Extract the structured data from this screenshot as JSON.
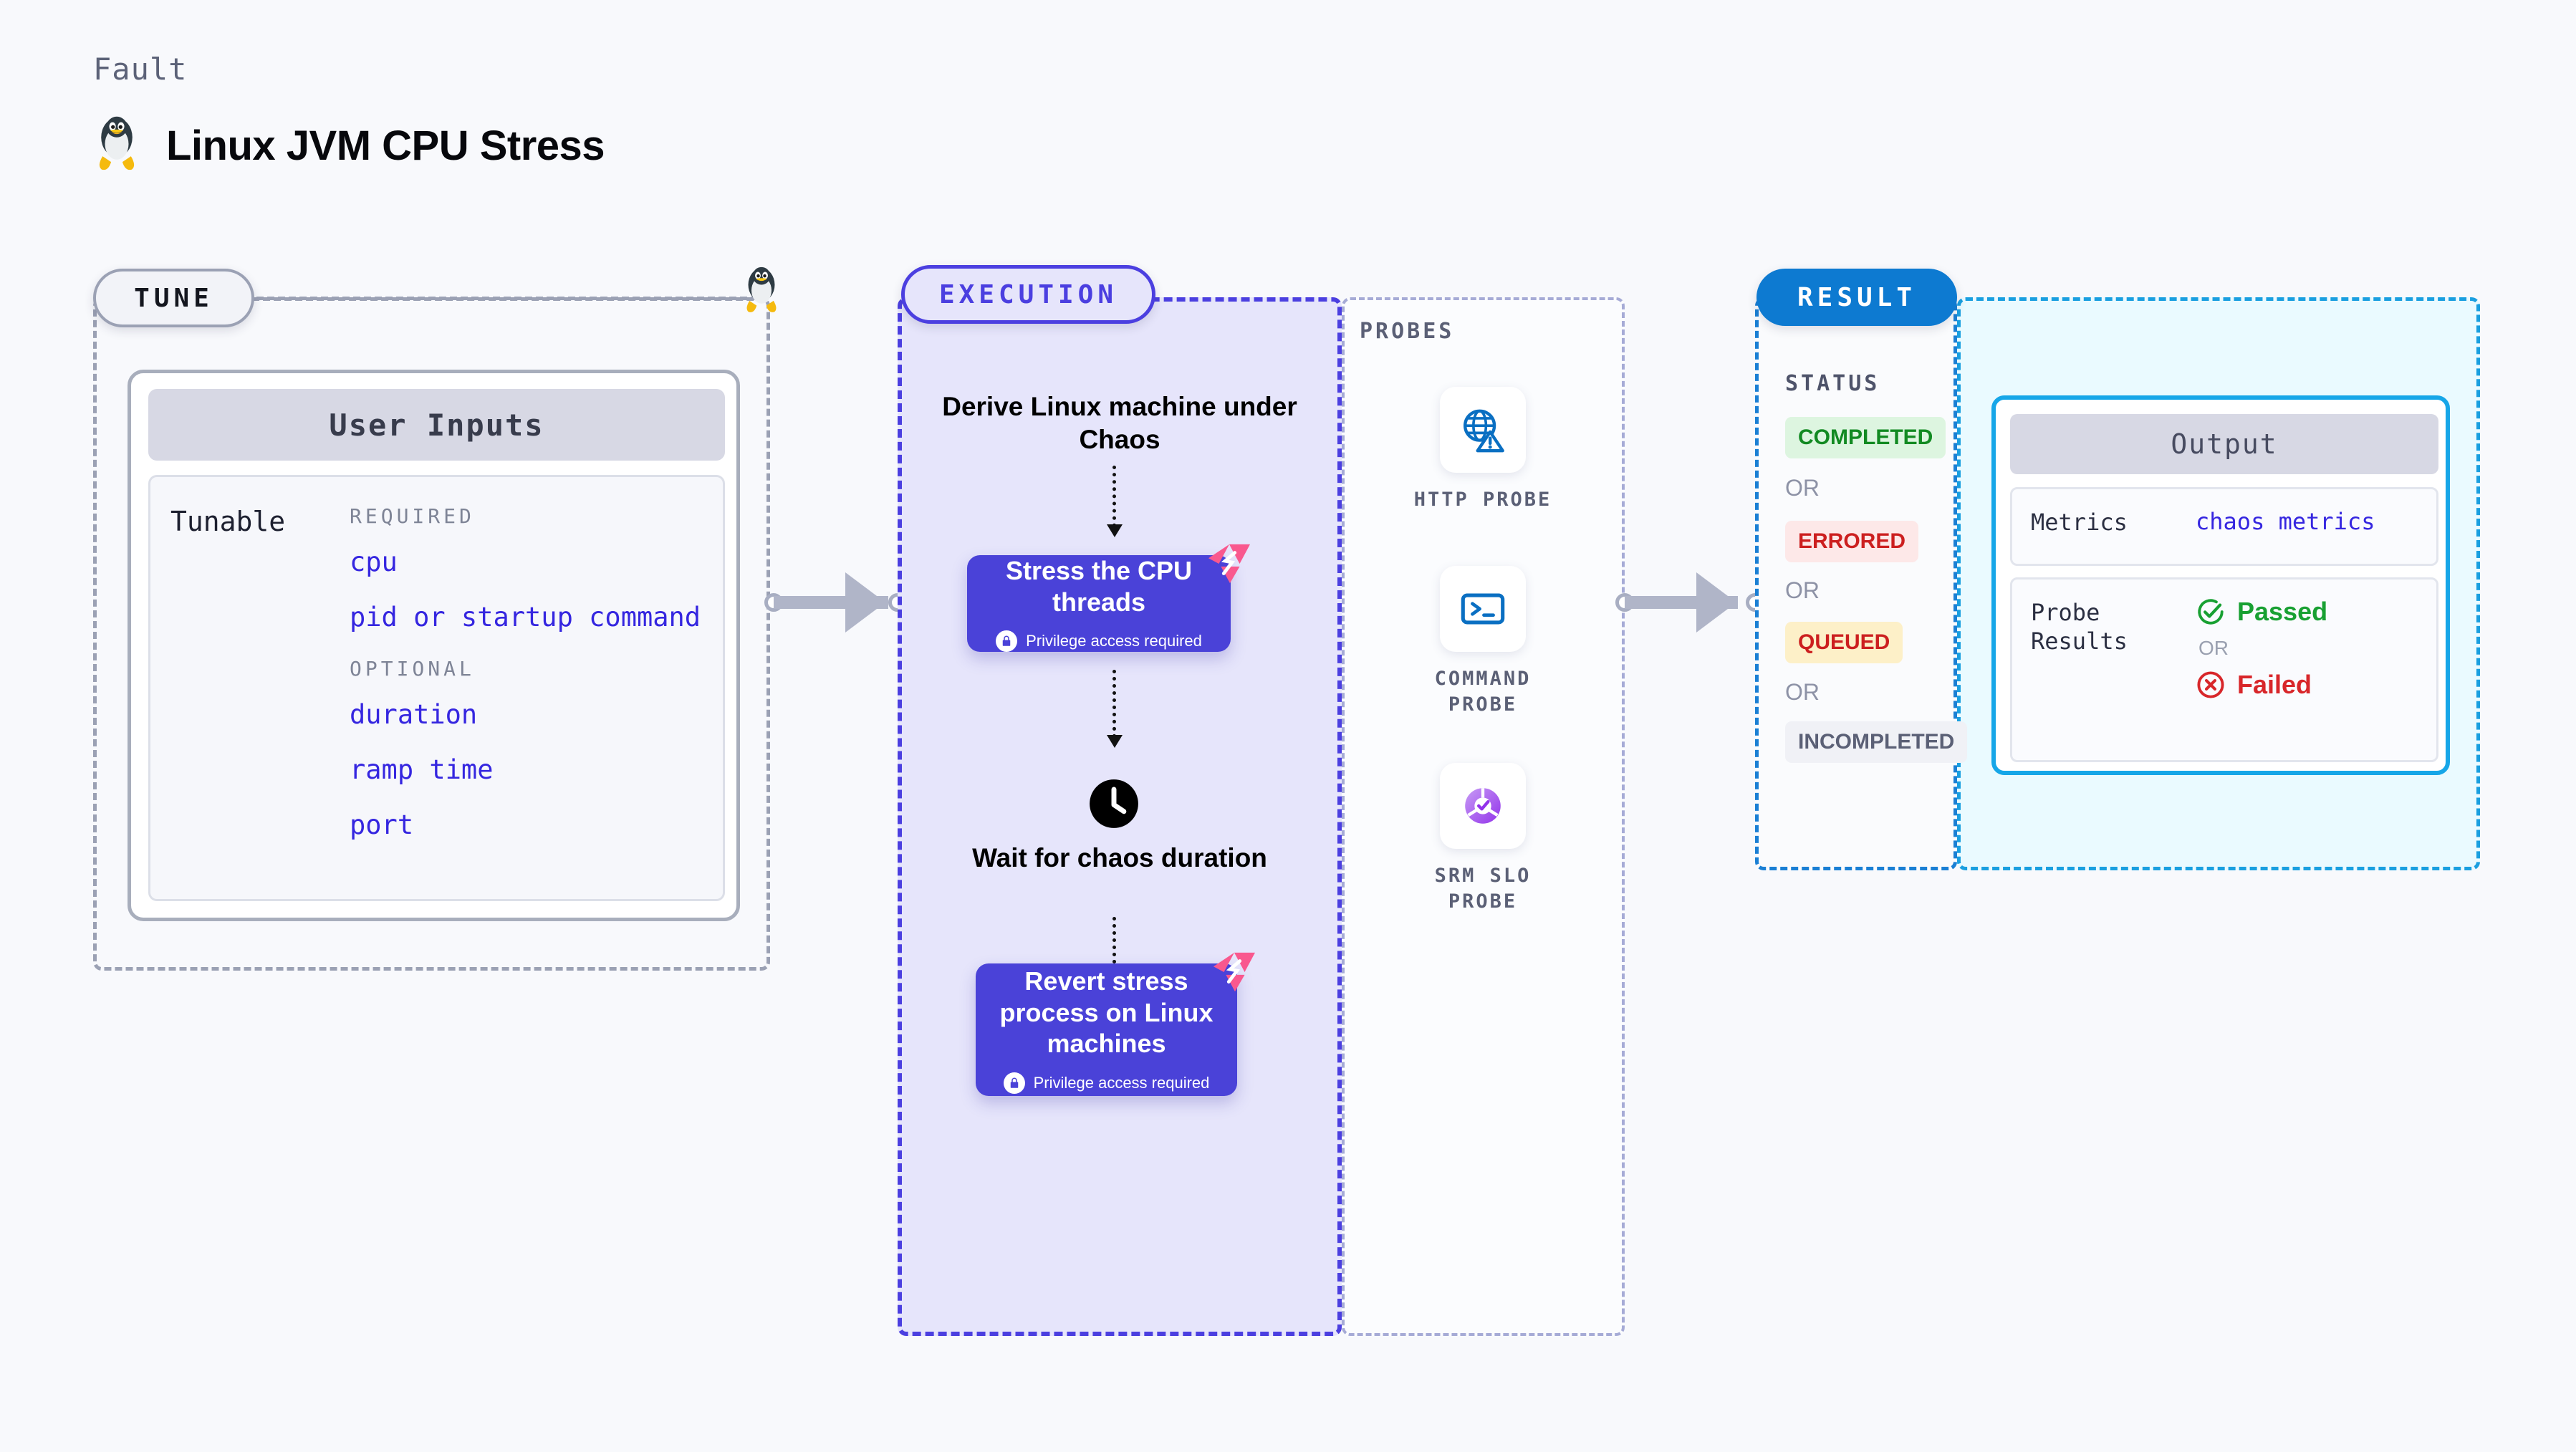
{
  "header": {
    "eyebrow": "Fault",
    "title": "Linux JVM CPU Stress",
    "icon": "tux-penguin-icon"
  },
  "tune": {
    "pill_label": "TUNE",
    "card_header": "User Inputs",
    "tunable_label": "Tunable",
    "groups": [
      {
        "label": "REQUIRED",
        "params": [
          "cpu",
          "pid or startup command"
        ]
      },
      {
        "label": "OPTIONAL",
        "params": [
          "duration",
          "ramp time",
          "port"
        ]
      }
    ]
  },
  "execution": {
    "pill_label": "EXECUTION",
    "steps": [
      {
        "type": "text",
        "label": "Derive Linux machine under Chaos"
      },
      {
        "type": "action",
        "label": "Stress the CPU threads",
        "privilege": "Privilege access required"
      },
      {
        "type": "wait",
        "label": "Wait for chaos duration",
        "icon": "clock-icon"
      },
      {
        "type": "action",
        "label": "Revert stress process on Linux machines",
        "privilege": "Privilege access required"
      }
    ]
  },
  "probes": {
    "title": "PROBES",
    "items": [
      {
        "label": "HTTP PROBE",
        "icon": "globe-warning-icon"
      },
      {
        "label": "COMMAND PROBE",
        "icon": "terminal-icon"
      },
      {
        "label": "SRM SLO PROBE",
        "icon": "slo-donut-check-icon"
      }
    ]
  },
  "result": {
    "pill_label": "RESULT",
    "status_title": "STATUS",
    "or_label": "OR",
    "statuses": [
      {
        "label": "COMPLETED",
        "bg": "#ddf5e0",
        "fg": "#128a22"
      },
      {
        "label": "ERRORED",
        "bg": "#fde8e8",
        "fg": "#cc1f1f"
      },
      {
        "label": "QUEUED",
        "bg": "#fdf0c8",
        "fg": "#cc1f1f"
      },
      {
        "label": "INCOMPLETED",
        "bg": "#f0f1f6",
        "fg": "#5b6076"
      }
    ]
  },
  "output": {
    "header": "Output",
    "metrics_key": "Metrics",
    "metrics_value": "chaos metrics",
    "probe_results_key": "Probe Results",
    "passed_label": "Passed",
    "failed_label": "Failed",
    "or_label": "OR"
  },
  "colors": {
    "accent_purple": "#4a42d8",
    "accent_blue": "#0d7ad1",
    "chaos_pink": "#f9588e",
    "param_blue": "#3526e0"
  }
}
